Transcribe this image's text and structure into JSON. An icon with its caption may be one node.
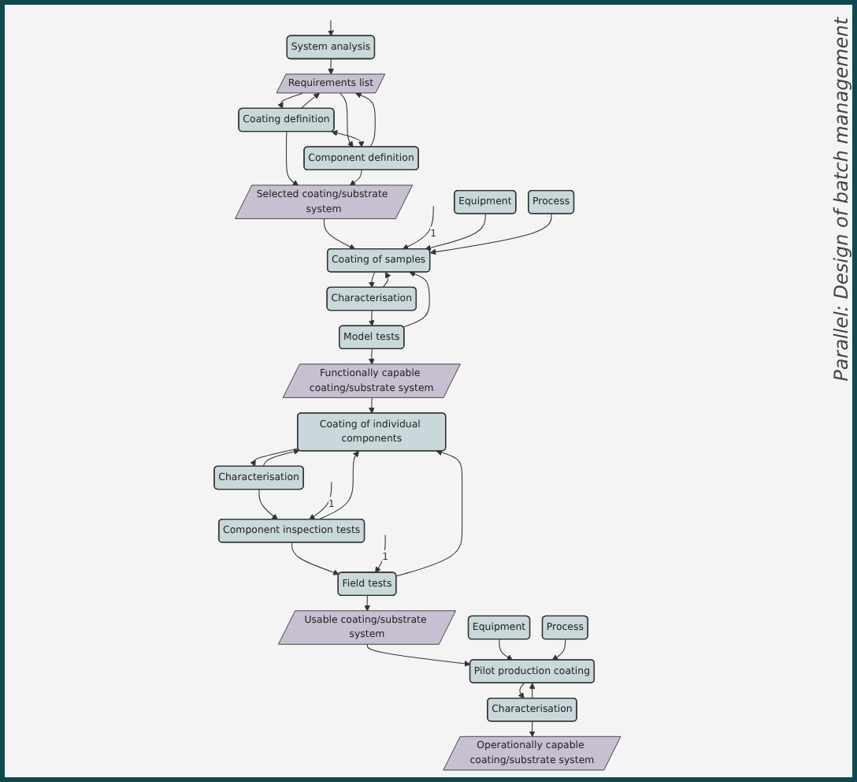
{
  "diagram": {
    "nodes": [
      {
        "text": [
          "System analysis"
        ]
      },
      {
        "text": [
          "Requirements list"
        ]
      },
      {
        "text": [
          "Coating definition"
        ]
      },
      {
        "text": [
          "Component definition"
        ]
      },
      {
        "text": [
          "Selected coating/substrate system"
        ]
      },
      {
        "text": [
          "Coating of samples"
        ]
      },
      {
        "text": [
          "Equipment"
        ]
      },
      {
        "text": [
          "Process"
        ]
      },
      {
        "text": [
          "Characterisation"
        ]
      },
      {
        "text": [
          "Model tests"
        ]
      },
      {
        "text": [
          "Functionally capable coating/substrate system"
        ]
      },
      {
        "text": [
          "Coating of individual components"
        ]
      },
      {
        "text": [
          "Characterisation"
        ]
      },
      {
        "text": [
          "Component inspection tests"
        ]
      },
      {
        "text": [
          "Field tests"
        ]
      },
      {
        "text": [
          "Usable coating/substrate system"
        ]
      },
      {
        "text": [
          "Pilot production coating"
        ]
      },
      {
        "text": [
          "Equipment"
        ]
      },
      {
        "text": [
          "Process"
        ]
      },
      {
        "text": [
          "Characterisation"
        ]
      },
      {
        "text": [
          "Operationally capable coating/substrate system"
        ]
      }
    ],
    "edges": [
      {
        "from": null,
        "to": 0,
        "arrow": "to"
      },
      {
        "from": 0,
        "to": 1,
        "arrow": "to"
      },
      {
        "from": 1,
        "to": 2,
        "arrow": "to"
      },
      {
        "from": 1,
        "to": 3,
        "arrow": "to"
      },
      {
        "from": 2,
        "to": 1,
        "arrow": "to"
      },
      {
        "from": 3,
        "to": 1,
        "arrow": "to"
      },
      {
        "from": 2,
        "to": 3,
        "arrow": "both"
      },
      {
        "from": 2,
        "to": 4,
        "arrow": "to"
      },
      {
        "from": 3,
        "to": 4,
        "arrow": "to"
      },
      {
        "from": 4,
        "to": 5,
        "arrow": "to"
      },
      {
        "from": null,
        "to": 5,
        "arrow": "to",
        "label": "1"
      },
      {
        "from": 6,
        "to": 5,
        "arrow": "to"
      },
      {
        "from": 7,
        "to": 5,
        "arrow": "to"
      },
      {
        "from": 5,
        "to": 8,
        "arrow": "to"
      },
      {
        "from": 8,
        "to": 5,
        "arrow": "to"
      },
      {
        "from": 8,
        "to": 9,
        "arrow": "to"
      },
      {
        "from": 9,
        "to": 5,
        "arrow": "to"
      },
      {
        "from": 9,
        "to": 10,
        "arrow": "to"
      },
      {
        "from": 10,
        "to": 11,
        "arrow": "to"
      },
      {
        "from": 11,
        "to": 12,
        "arrow": "to"
      },
      {
        "from": 12,
        "to": 11,
        "arrow": "to"
      },
      {
        "from": 12,
        "to": 13,
        "arrow": "to"
      },
      {
        "from": 13,
        "to": 11,
        "arrow": "to"
      },
      {
        "from": null,
        "to": 13,
        "arrow": "to",
        "label": "1"
      },
      {
        "from": 13,
        "to": 14,
        "arrow": "to"
      },
      {
        "from": 14,
        "to": 11,
        "arrow": "to"
      },
      {
        "from": null,
        "to": 14,
        "arrow": "to",
        "label": "1"
      },
      {
        "from": 14,
        "to": 15,
        "arrow": "to"
      },
      {
        "from": 15,
        "to": 16,
        "arrow": "to"
      },
      {
        "from": 17,
        "to": 16,
        "arrow": "to"
      },
      {
        "from": 18,
        "to": 16,
        "arrow": "to"
      },
      {
        "from": 16,
        "to": 19,
        "arrow": "to"
      },
      {
        "from": 19,
        "to": 16,
        "arrow": "to"
      },
      {
        "from": 19,
        "to": 20,
        "arrow": "to"
      }
    ],
    "labels": [
      "Parallel: Design of batch management"
    ]
  }
}
